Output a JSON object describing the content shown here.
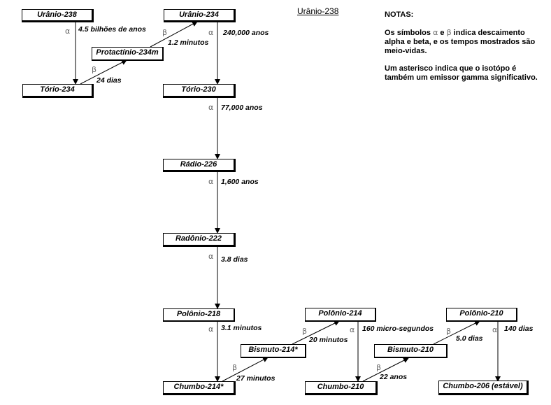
{
  "title": "Urânio-238",
  "notes": {
    "heading": "NOTAS:",
    "p1_before": "Os símbolos ",
    "p1_alpha": "α",
    "p1_mid": " e ",
    "p1_beta": "β",
    "p1_after": " indica descaimento alpha e beta, e os tempos mostrados são meio-vidas.",
    "p2": "Um asterisco indica que o isotópo é também um emissor gamma significativo."
  },
  "nodes": {
    "u238": "Urânio-238",
    "th234": "Tório-234",
    "pa234m": "Protactínio-234m",
    "u234": "Urânio-234",
    "th230": "Tório-230",
    "ra226": "Rádio-226",
    "rn222": "Radônio-222",
    "po218": "Polônio-218",
    "pb214": "Chumbo-214*",
    "bi214": "Bismuto-214*",
    "po214": "Polônio-214",
    "pb210": "Chumbo-210",
    "bi210": "Bismuto-210",
    "po210": "Polônio-210",
    "pb206": "Chumbo-206 (estável)"
  },
  "decays": [
    {
      "from": "Urânio-238",
      "to": "Tório-234",
      "type": "α",
      "half_life": "4.5 bilhões de anos"
    },
    {
      "from": "Tório-234",
      "to": "Protactínio-234m",
      "type": "β",
      "half_life": "24 dias"
    },
    {
      "from": "Protactínio-234m",
      "to": "Urânio-234",
      "type": "β",
      "half_life": "1.2 minutos"
    },
    {
      "from": "Urânio-234",
      "to": "Tório-230",
      "type": "α",
      "half_life": "240,000 anos"
    },
    {
      "from": "Tório-230",
      "to": "Rádio-226",
      "type": "α",
      "half_life": "77,000 anos"
    },
    {
      "from": "Rádio-226",
      "to": "Radônio-222",
      "type": "α",
      "half_life": "1,600 anos"
    },
    {
      "from": "Radônio-222",
      "to": "Polônio-218",
      "type": "α",
      "half_life": "3.8 dias"
    },
    {
      "from": "Polônio-218",
      "to": "Chumbo-214*",
      "type": "α",
      "half_life": "3.1 minutos"
    },
    {
      "from": "Chumbo-214*",
      "to": "Bismuto-214*",
      "type": "β",
      "half_life": "27 minutos"
    },
    {
      "from": "Bismuto-214*",
      "to": "Polônio-214",
      "type": "β",
      "half_life": "20 minutos"
    },
    {
      "from": "Polônio-214",
      "to": "Chumbo-210",
      "type": "α",
      "half_life": "160 micro-segundos"
    },
    {
      "from": "Chumbo-210",
      "to": "Bismuto-210",
      "type": "β",
      "half_life": "22 anos"
    },
    {
      "from": "Bismuto-210",
      "to": "Polônio-210",
      "type": "β",
      "half_life": "5.0 dias"
    },
    {
      "from": "Polônio-210",
      "to": "Chumbo-206 (estável)",
      "type": "α",
      "half_life": "140 dias"
    }
  ]
}
